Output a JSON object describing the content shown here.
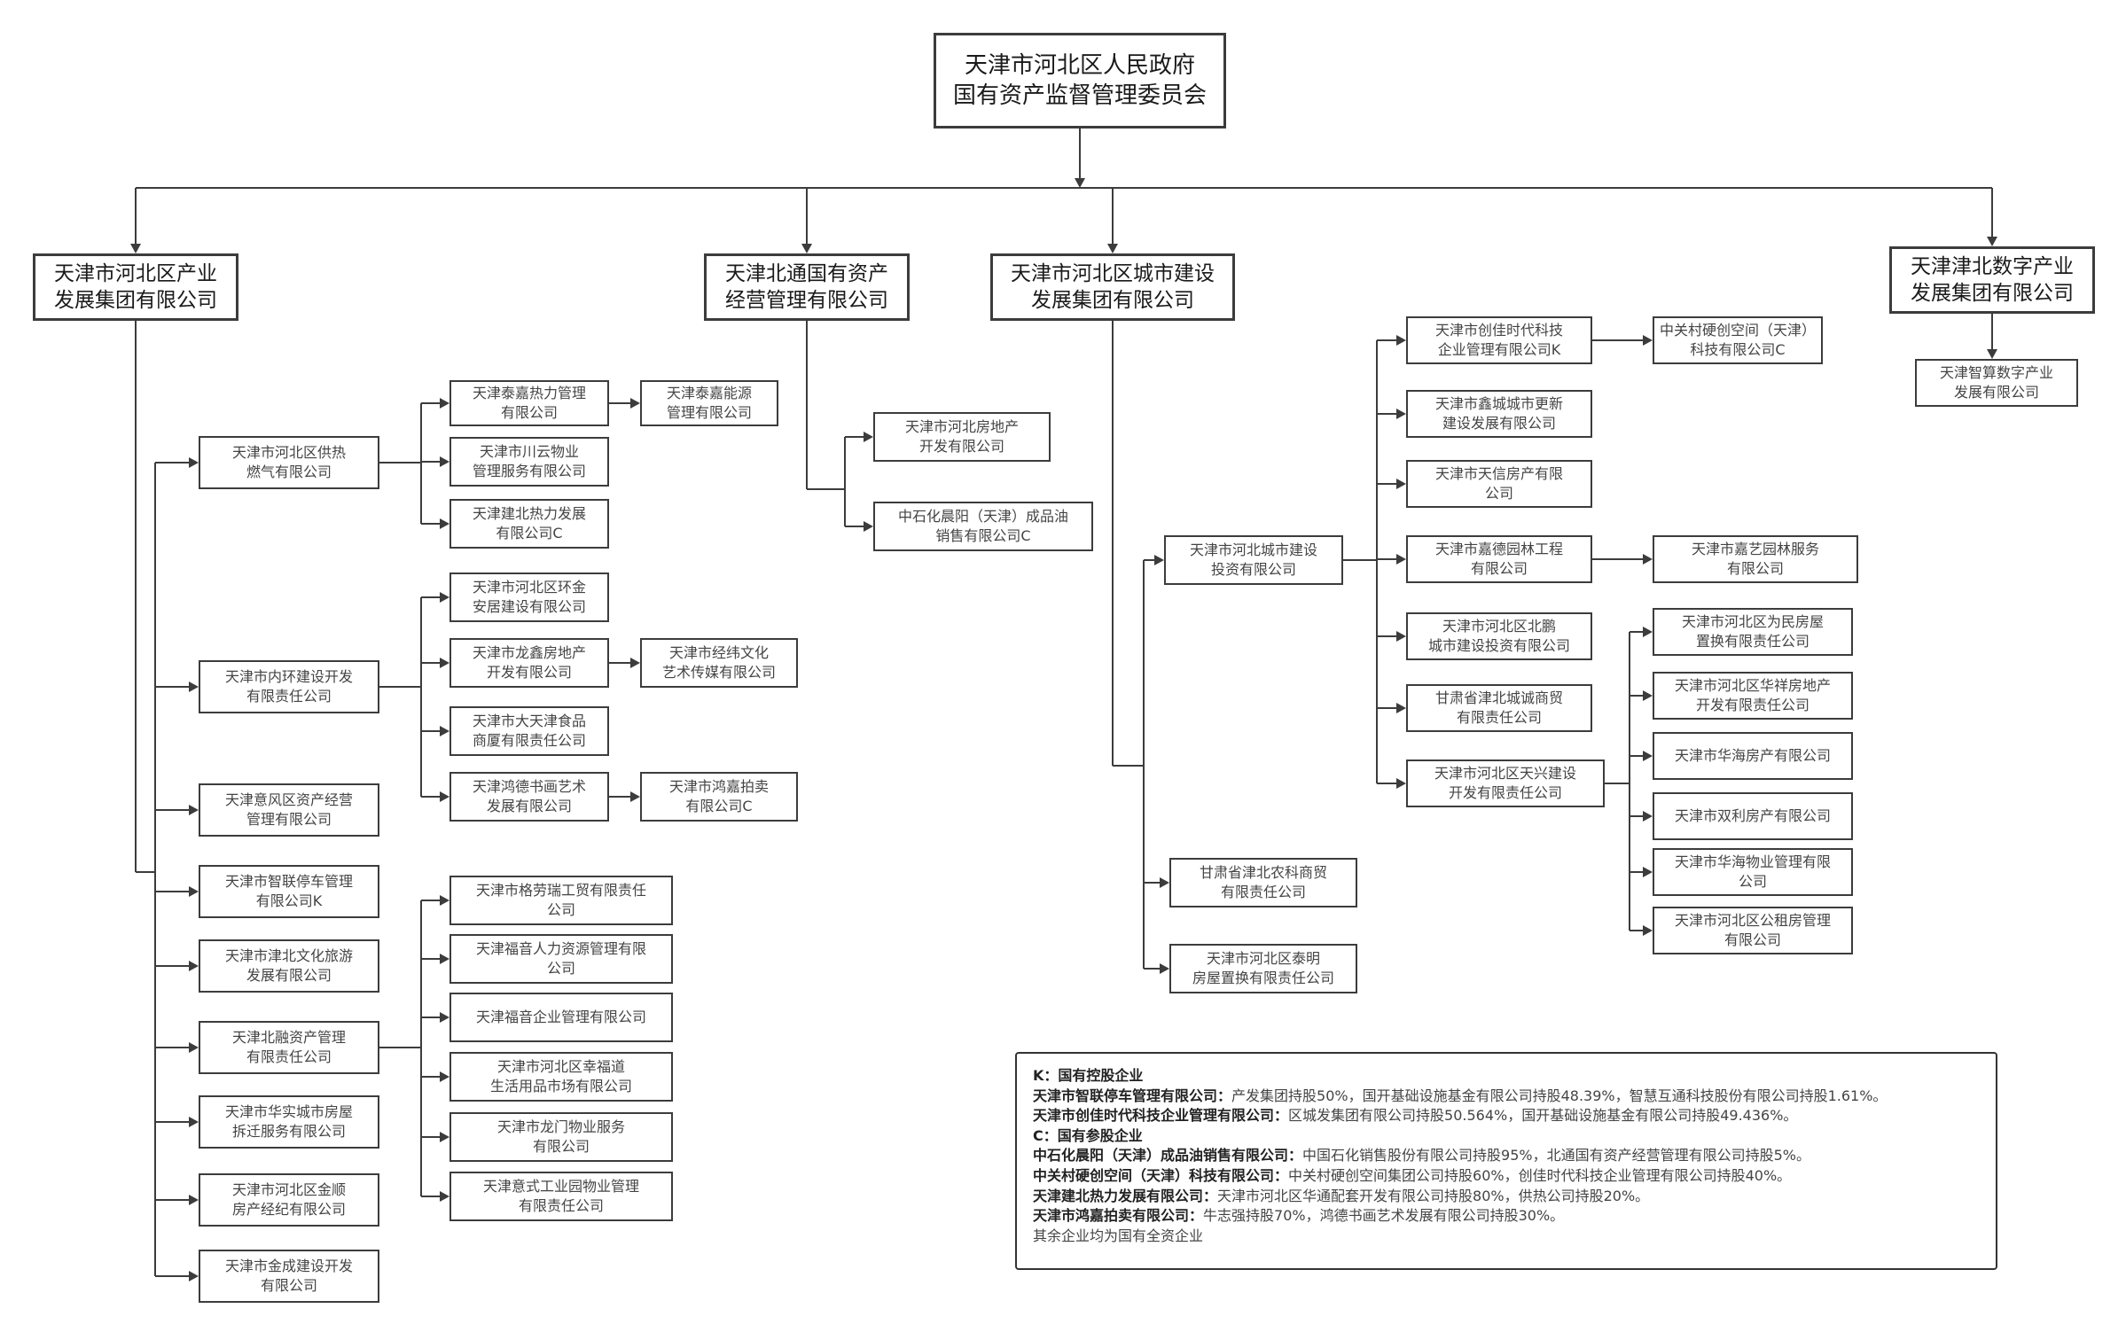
{
  "root": [
    "天津市河北区人民政府",
    "国有资产监督管理委员会"
  ],
  "level1": {
    "a": [
      "天津市河北区产业",
      "发展集团有限公司"
    ],
    "b": [
      "天津北通国有资产",
      "经营管理有限公司"
    ],
    "c": [
      "天津市河北区城市建设",
      "发展集团有限公司"
    ],
    "d": [
      "天津津北数字产业",
      "发展集团有限公司"
    ]
  },
  "nodes": {
    "a1": [
      "天津市河北区供热",
      "燃气有限公司"
    ],
    "a2": [
      "天津市内环建设开发",
      "有限责任公司"
    ],
    "a3": [
      "天津意风区资产经营",
      "管理有限公司"
    ],
    "a4": [
      "天津市智联停车管理",
      "有限公司K"
    ],
    "a5": [
      "天津市津北文化旅游",
      "发展有限公司"
    ],
    "a6": [
      "天津北融资产管理",
      "有限责任公司"
    ],
    "a7": [
      "天津市华实城市房屋",
      "拆迁服务有限公司"
    ],
    "a8": [
      "天津市河北区金顺",
      "房产经纪有限公司"
    ],
    "a9": [
      "天津市金成建设开发",
      "有限公司"
    ],
    "a1a": [
      "天津泰嘉热力管理",
      "有限公司"
    ],
    "a1a1": [
      "天津泰嘉能源",
      "管理有限公司"
    ],
    "a1b": [
      "天津市川云物业",
      "管理服务有限公司"
    ],
    "a1c": [
      "天津建北热力发展",
      "有限公司C"
    ],
    "a2a": [
      "天津市河北区环金",
      "安居建设有限公司"
    ],
    "a2b": [
      "天津市龙鑫房地产",
      "开发有限公司"
    ],
    "a2b1": [
      "天津市经纬文化",
      "艺术传媒有限公司"
    ],
    "a2c": [
      "天津市大天津食品",
      "商厦有限责任公司"
    ],
    "a2d": [
      "天津鸿德书画艺术",
      "发展有限公司"
    ],
    "a2d1": [
      "天津市鸿嘉拍卖",
      "有限公司C"
    ],
    "a6a": [
      "天津市格劳瑞工贸有限责任",
      "公司"
    ],
    "a6b": [
      "天津福音人力资源管理有限",
      "公司"
    ],
    "a6c": [
      "天津福音企业管理有限公司"
    ],
    "a6d": [
      "天津市河北区幸福道",
      "生活用品市场有限公司"
    ],
    "a6e": [
      "天津市龙门物业服务",
      "有限公司"
    ],
    "a6f": [
      "天津意式工业园物业管理",
      "有限责任公司"
    ],
    "b1": [
      "天津市河北房地产",
      "开发有限公司"
    ],
    "b2": [
      "中石化晨阳（天津）成品油",
      "销售有限公司C"
    ],
    "c1": [
      "天津市河北城市建设",
      "投资有限公司"
    ],
    "c2": [
      "甘肃省津北农科商贸",
      "有限责任公司"
    ],
    "c3": [
      "天津市河北区泰明",
      "房屋置换有限责任公司"
    ],
    "c1a": [
      "天津市创佳时代科技",
      "企业管理有限公司K"
    ],
    "c1a1": [
      "中关村硬创空间（天津）",
      "科技有限公司C"
    ],
    "c1b": [
      "天津市鑫城城市更新",
      "建设发展有限公司"
    ],
    "c1c": [
      "天津市天信房产有限",
      "公司"
    ],
    "c1d": [
      "天津市嘉德园林工程",
      "有限公司"
    ],
    "c1d1": [
      "天津市嘉艺园林服务",
      "有限公司"
    ],
    "c1e": [
      "天津市河北区北鹏",
      "城市建设投资有限公司"
    ],
    "c1f": [
      "甘肃省津北城诚商贸",
      "有限责任公司"
    ],
    "c1g": [
      "天津市河北区天兴建设",
      "开发有限责任公司"
    ],
    "c1g1": [
      "天津市河北区为民房屋",
      "置换有限责任公司"
    ],
    "c1g2": [
      "天津市河北区华祥房地产",
      "开发有限责任公司"
    ],
    "c1g3": [
      "天津市华海房产有限公司"
    ],
    "c1g4": [
      "天津市双利房产有限公司"
    ],
    "c1g5": [
      "天津市华海物业管理有限",
      "公司"
    ],
    "c1g6": [
      "天津市河北区公租房管理",
      "有限公司"
    ],
    "d1": [
      "天津智算数字产业",
      "发展有限公司"
    ]
  },
  "legend": [
    {
      "bold": "K：国有控股企业",
      "text": ""
    },
    {
      "bold": "天津市智联停车管理有限公司：",
      "text": "产发集团持股50%，国开基础设施基金有限公司持股48.39%，智慧互通科技股份有限公司持股1.61%。"
    },
    {
      "bold": "天津市创佳时代科技企业管理有限公司：",
      "text": "区城发集团有限公司持股50.564%，国开基础设施基金有限公司持股49.436%。"
    },
    {
      "bold": "C：国有参股企业",
      "text": ""
    },
    {
      "bold": "中石化晨阳（天津）成品油销售有限公司：",
      "text": "中国石化销售股份有限公司持股95%，北通国有资产经营管理有限公司持股5%。"
    },
    {
      "bold": "中关村硬创空间（天津）科技有限公司：",
      "text": "中关村硬创空间集团公司持股60%，创佳时代科技企业管理有限公司持股40%。"
    },
    {
      "bold": "天津建北热力发展有限公司：",
      "text": "天津市河北区华通配套开发有限公司持股80%，供热公司持股20%。"
    },
    {
      "bold": "天津市鸿嘉拍卖有限公司：",
      "text": "牛志强持股70%，鸿德书画艺术发展有限公司持股30%。"
    },
    {
      "bold": "",
      "text": "其余企业均为国有全资企业"
    }
  ]
}
